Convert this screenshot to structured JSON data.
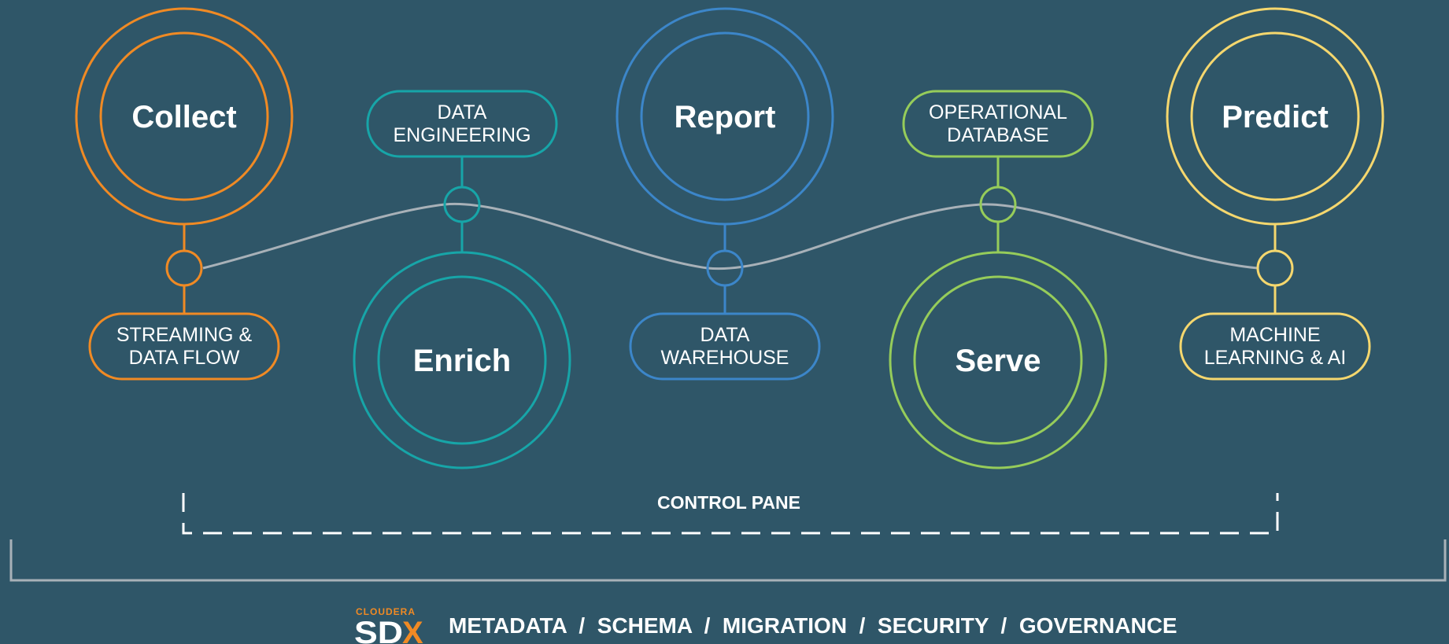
{
  "colors": {
    "background": "#2f5668",
    "orange": "#f08a24",
    "teal": "#17a5a8",
    "blue": "#3c86c9",
    "green": "#96cc5a",
    "yellow": "#f5d76e",
    "wave": "#a8b1b8",
    "bracket": "#a8b1b8"
  },
  "stages": [
    {
      "name": "Collect",
      "pill": [
        "STREAMING &",
        "DATA FLOW"
      ],
      "color": "orange"
    },
    {
      "name": "Enrich",
      "pill": [
        "DATA",
        "ENGINEERING"
      ],
      "color": "teal"
    },
    {
      "name": "Report",
      "pill": [
        "DATA",
        "WAREHOUSE"
      ],
      "color": "blue"
    },
    {
      "name": "Serve",
      "pill": [
        "OPERATIONAL",
        "DATABASE"
      ],
      "color": "green"
    },
    {
      "name": "Predict",
      "pill": [
        "MACHINE",
        "LEARNING & AI"
      ],
      "color": "yellow"
    }
  ],
  "control_pane": {
    "label": "CONTROL PANE"
  },
  "footer": {
    "logo_small": "CLOUDERA",
    "logo_big_1": "SD",
    "logo_big_2": "X",
    "text": "METADATA  /  SCHEMA  /  MIGRATION  /  SECURITY  /  GOVERNANCE"
  }
}
